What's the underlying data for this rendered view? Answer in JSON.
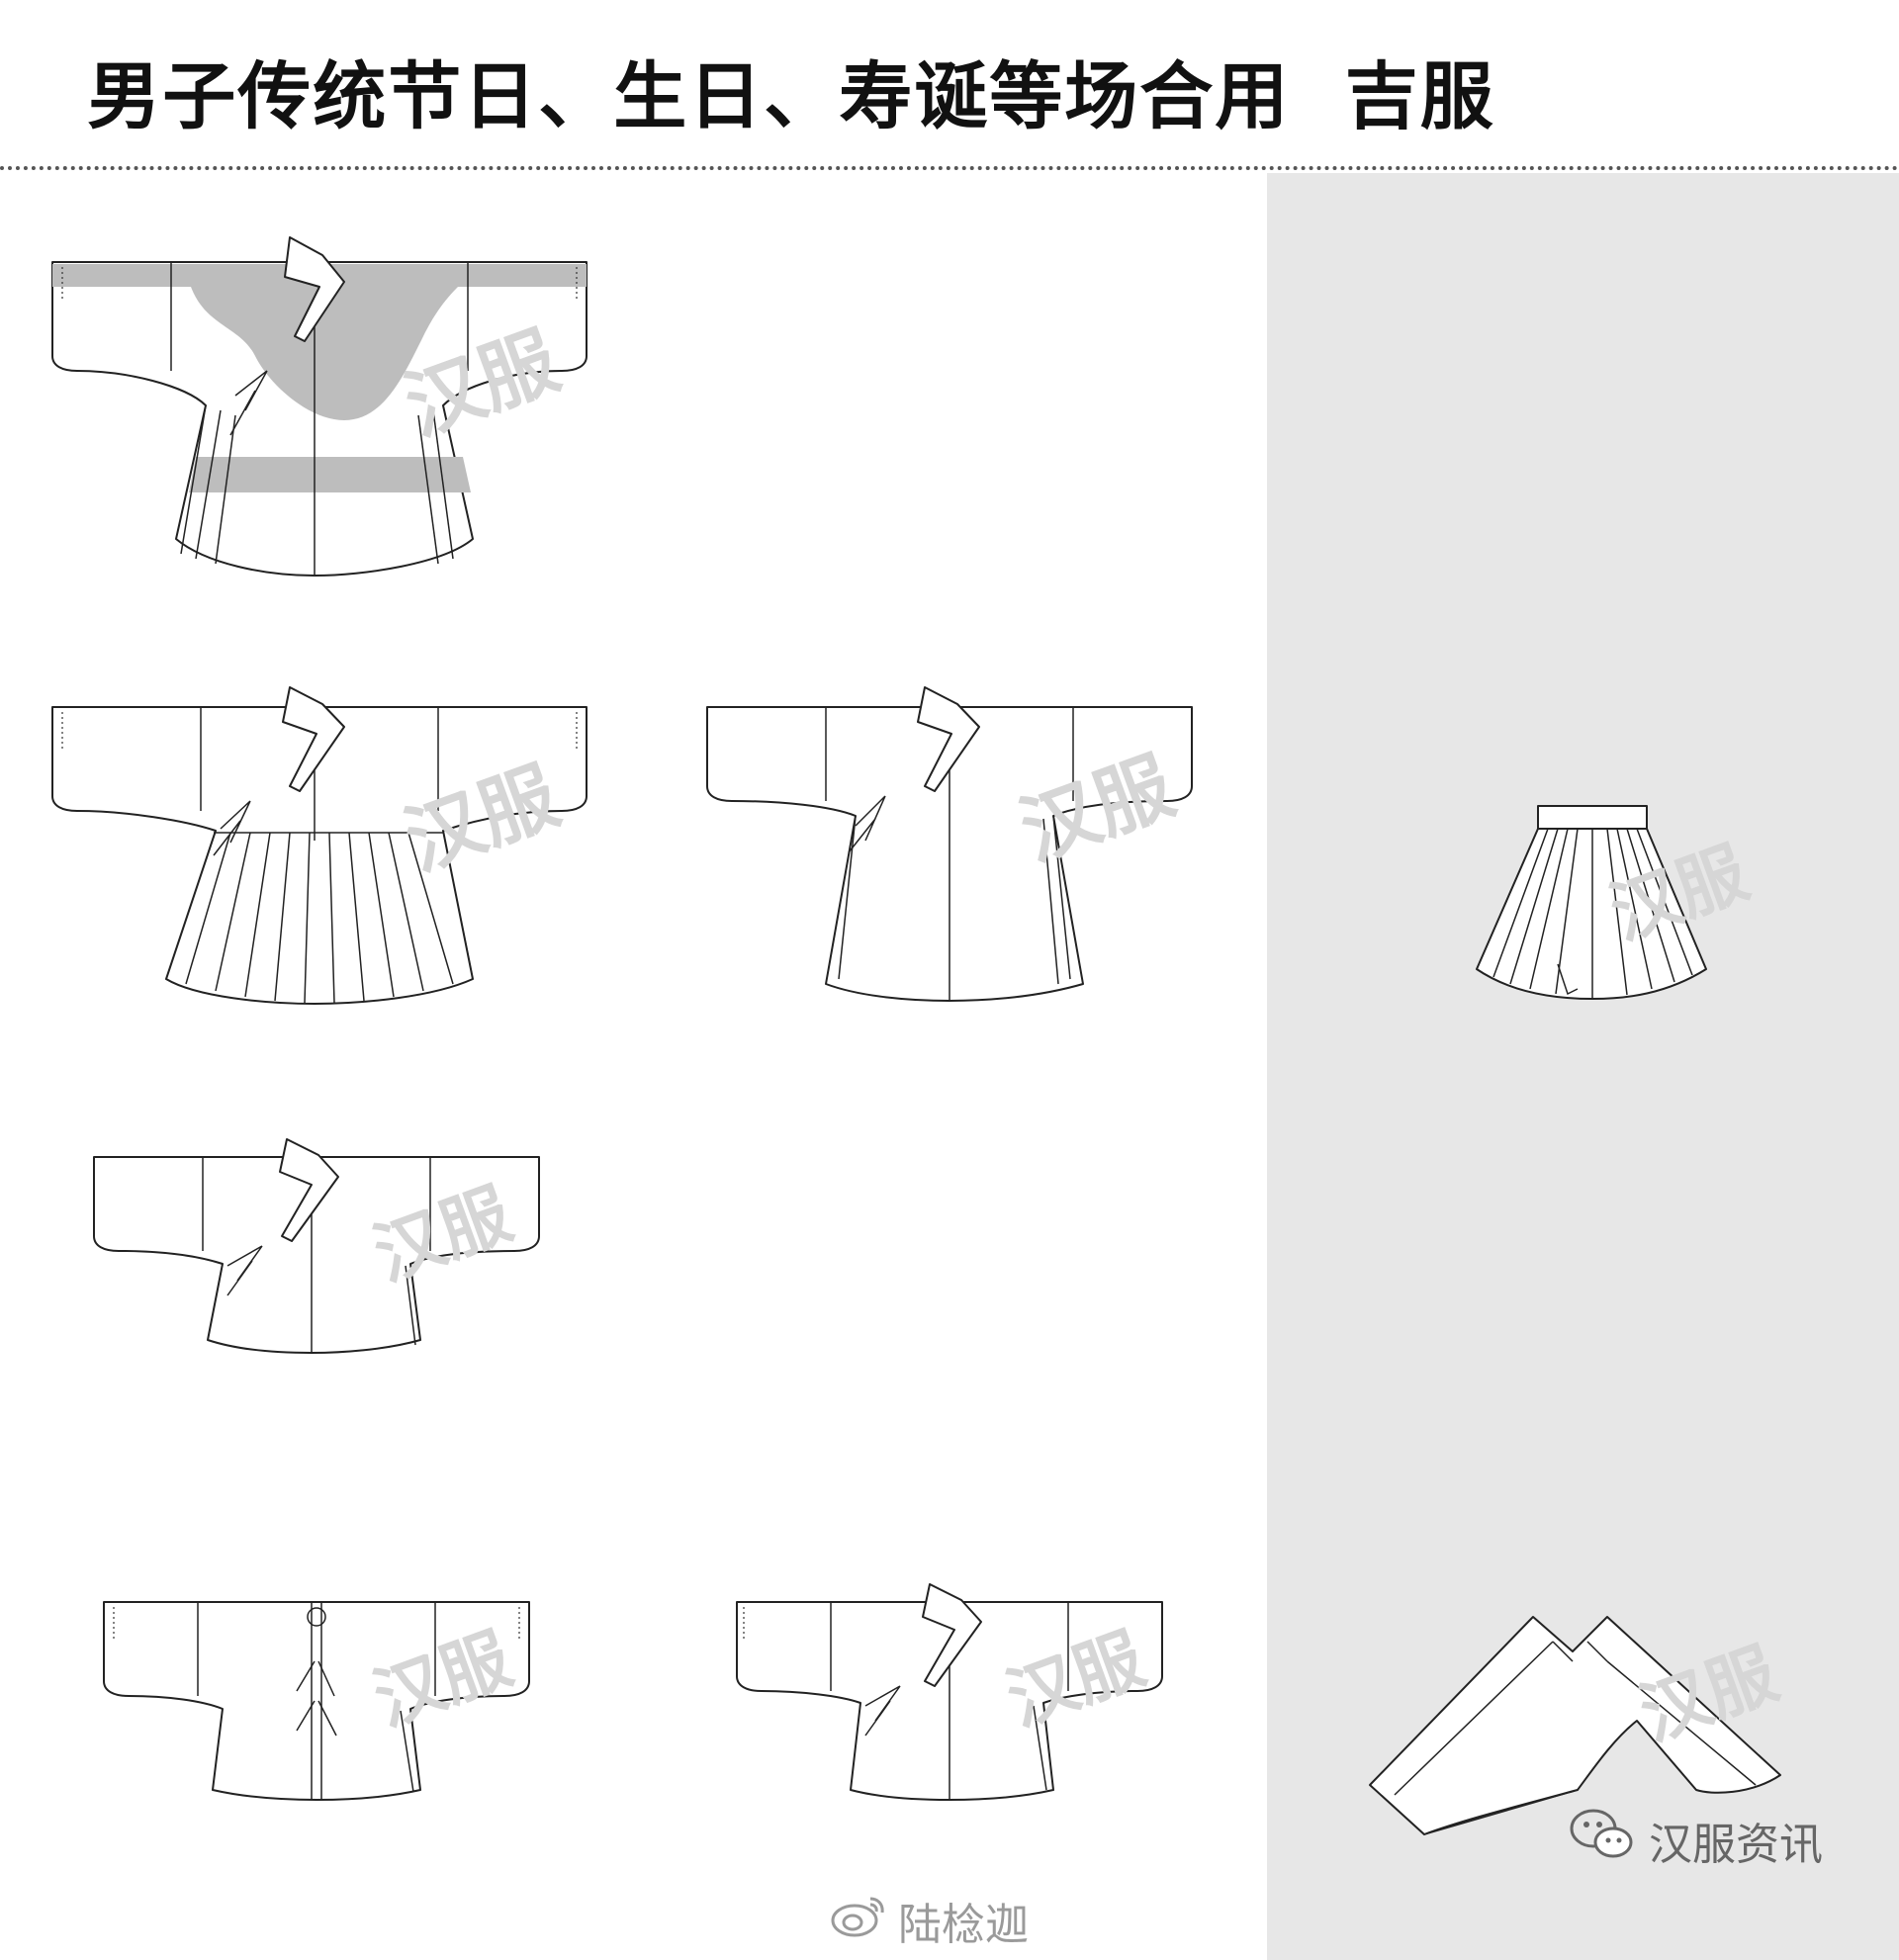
{
  "title": "男子传统节日、生日、寿诞等场合用  吉服",
  "watermark_text": "汉服",
  "credits": {
    "weibo_handle": "陆棯迦",
    "wechat_account": "汉服资讯"
  },
  "icons": [
    "weibo-icon",
    "wechat-icon"
  ],
  "colors": {
    "background": "#ffffff",
    "right_panel": "#e7e7e7",
    "shaded_pattern": "#bdbdbd",
    "line": "#222222"
  }
}
